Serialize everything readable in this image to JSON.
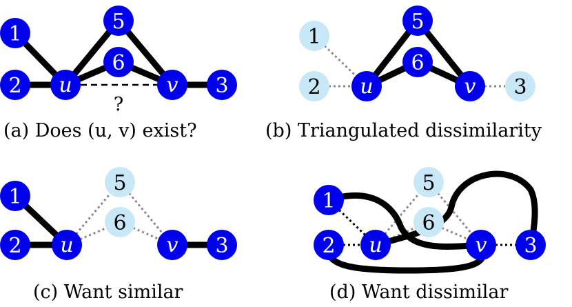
{
  "colors": {
    "node_dark": "#0000ee",
    "node_light": "#c8e8f7",
    "text_on_dark": "#ffffff",
    "text_on_light": "#000000",
    "edge": "#000000",
    "edge_dotted_gray": "#888888"
  },
  "panels": [
    {
      "id": "a",
      "caption": "(a) Does (u, v) exist?",
      "question_mark": "?",
      "nodes": {
        "n1": "1",
        "n2": "2",
        "n5": "5",
        "n6": "6",
        "nu": "u",
        "nv": "v",
        "n3": "3"
      }
    },
    {
      "id": "b",
      "caption": "(b) Triangulated dissimilarity",
      "nodes": {
        "n1": "1",
        "n2": "2",
        "n5": "5",
        "n6": "6",
        "nu": "u",
        "nv": "v",
        "n3": "3"
      }
    },
    {
      "id": "c",
      "caption": "(c) Want similar",
      "nodes": {
        "n1": "1",
        "n2": "2",
        "n5": "5",
        "n6": "6",
        "nu": "u",
        "nv": "v",
        "n3": "3"
      }
    },
    {
      "id": "d",
      "caption": "(d) Want dissimilar",
      "nodes": {
        "n1": "1",
        "n2": "2",
        "n5": "5",
        "n6": "6",
        "nu": "u",
        "nv": "v",
        "n3": "3"
      }
    }
  ]
}
